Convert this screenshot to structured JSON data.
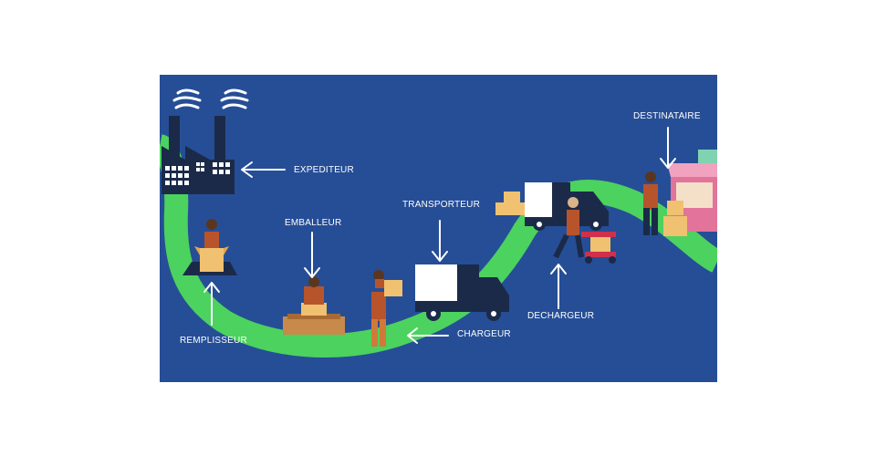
{
  "colors": {
    "panel": "#264e96",
    "road": "#4cd25e",
    "dark": "#1b2a49",
    "box": "#f0c170",
    "worker_vest": "#b8542c",
    "arrow": "#ffffff"
  },
  "labels": {
    "expediteur": "EXPEDITEUR",
    "emballeur": "EMBALLEUR",
    "transporteur": "TRANSPORTEUR",
    "destinataire": "DESTINATAIRE",
    "remplisseur": "REMPLISSEUR",
    "chargeur": "CHARGEUR",
    "dechargeur": "DECHARGEUR"
  },
  "icons": [
    "factory-icon",
    "smoke-icon",
    "worker-icon",
    "box-icon",
    "truck-icon",
    "hand-truck-icon",
    "shop-icon",
    "arrow-icon"
  ]
}
